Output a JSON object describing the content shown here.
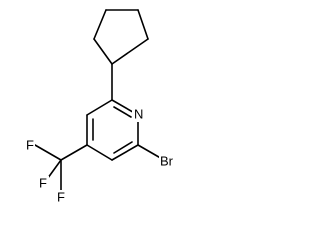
{
  "molecule": {
    "atoms": {
      "N": "N",
      "Br": "Br",
      "F1": "F",
      "F2": "F",
      "F3": "F"
    },
    "colors": {
      "bond": "#000000",
      "label": "#000000",
      "background": "#ffffff"
    }
  }
}
